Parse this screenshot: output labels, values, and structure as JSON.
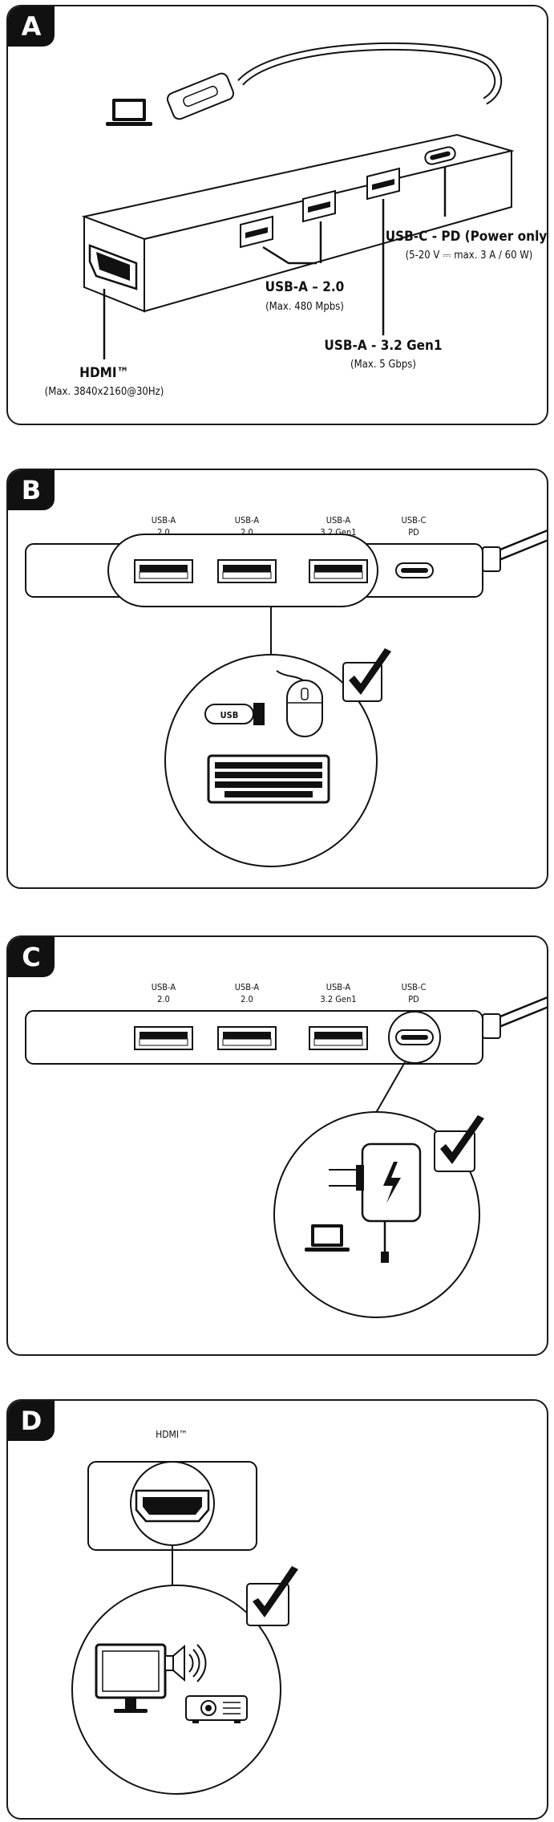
{
  "panels": {
    "a": {
      "badge": "A",
      "hdmi_title": "HDMI™",
      "hdmi_sub": "(Max. 3840x2160@30Hz)",
      "usb2_title": "USB-A – 2.0",
      "usb2_sub": "(Max. 480 Mpbs)",
      "usb3_title": "USB-A - 3.2 Gen1",
      "usb3_sub": "(Max. 5 Gbps)",
      "usbc_title": "USB-C - PD (Power only)",
      "usbc_sub": "(5-20 V ⎓ max. 3 A / 60 W)"
    },
    "b": {
      "badge": "B",
      "ports": [
        {
          "l1": "USB-A",
          "l2": "2.0"
        },
        {
          "l1": "USB-A",
          "l2": "2.0"
        },
        {
          "l1": "USB-A",
          "l2": "3.2 Gen1"
        },
        {
          "l1": "USB-C",
          "l2": "PD"
        }
      ],
      "usb_stick_label": "USB"
    },
    "c": {
      "badge": "C",
      "ports": [
        {
          "l1": "USB-A",
          "l2": "2.0"
        },
        {
          "l1": "USB-A",
          "l2": "2.0"
        },
        {
          "l1": "USB-A",
          "l2": "3.2 Gen1"
        },
        {
          "l1": "USB-C",
          "l2": "PD"
        }
      ]
    },
    "d": {
      "badge": "D",
      "hdmi_label": "HDMI™"
    }
  }
}
